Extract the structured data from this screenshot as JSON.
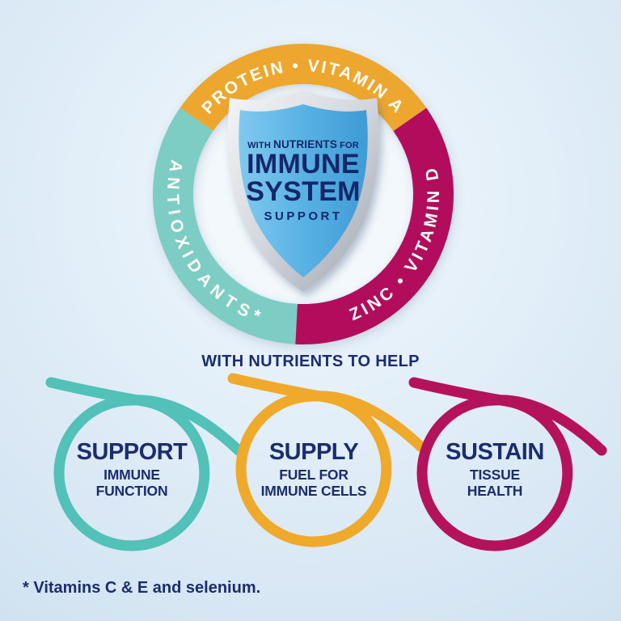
{
  "colors": {
    "background_top": "#f2f8fd",
    "background_bottom": "#d0e2f1",
    "navy_text": "#1b2d6e",
    "ring_label_text": "#fffdf6",
    "shield_silver": "#d3d6dc",
    "shield_blue_light": "#80c9ef",
    "shield_blue_dark": "#3e9bd5"
  },
  "ring": {
    "segments": [
      {
        "label": "PROTEIN • VITAMIN A",
        "color": "#eda72d"
      },
      {
        "label": "ANTIOXIDANTS*",
        "color": "#7dcdc5"
      },
      {
        "label": "ZINC • VITAMIN D",
        "color": "#b2115c"
      }
    ]
  },
  "shield": {
    "eyebrow_small_1": "WITH",
    "eyebrow_large": "NUTRIENTS",
    "eyebrow_small_2": "FOR",
    "title_line_1": "IMMUNE",
    "title_line_2": "SYSTEM",
    "subtitle": "SUPPORT"
  },
  "tagline": "WITH NUTRIENTS TO HELP",
  "loops": [
    {
      "title": "SUPPORT",
      "line_1": "IMMUNE",
      "line_2": "FUNCTION",
      "color": "#52c1b8"
    },
    {
      "title": "SUPPLY",
      "line_1": "FUEL FOR",
      "line_2": "IMMUNE CELLS",
      "color": "#efa92b"
    },
    {
      "title": "SUSTAIN",
      "line_1": "TISSUE",
      "line_2": "HEALTH",
      "color": "#b5125c"
    }
  ],
  "footnote": "* Vitamins C & E and selenium."
}
